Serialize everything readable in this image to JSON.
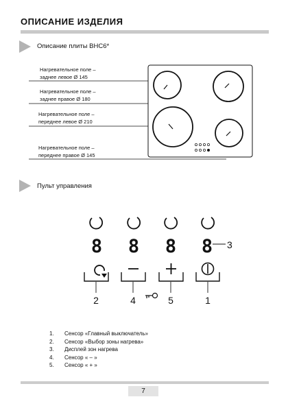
{
  "header": {
    "title": "ОПИСАНИЕ ИЗДЕЛИЯ"
  },
  "section1": {
    "title": "Описание плиты ВНС6*"
  },
  "zones": [
    {
      "line1": "Нагревательное поле –",
      "line2": "заднее левое  Ø 145"
    },
    {
      "line1": "Нагревательное поле –",
      "line2": "заднее правое  Ø 180"
    },
    {
      "line1": "Нагревательное поле –",
      "line2": "переднее  левое  Ø 210"
    },
    {
      "line1": "Нагревательное поле –",
      "line2": "переднее правое  Ø 145"
    }
  ],
  "section2": {
    "title": "Пульт управления"
  },
  "panel": {
    "digit_glyph": "8",
    "callouts": {
      "display": "3",
      "main_switch": "1",
      "zone_select": "2",
      "minus": "4",
      "plus": "5"
    }
  },
  "legend": [
    {
      "num": "1.",
      "text": "Сенсор «Главный выключатель»"
    },
    {
      "num": "2.",
      "text": "Сенсор «Выбор зоны нагрева»"
    },
    {
      "num": "3.",
      "text": "Дисплей зон нагрева"
    },
    {
      "num": "4.",
      "text": "Сенсор « – »"
    },
    {
      "num": "5.",
      "text": "Сенсор « + »"
    }
  ],
  "footer": {
    "page_number": "7"
  },
  "icons": [
    "triangle-bullet-icon",
    "zone-select-icon",
    "minus-icon",
    "plus-icon",
    "power-icon",
    "key-lock-icon"
  ]
}
